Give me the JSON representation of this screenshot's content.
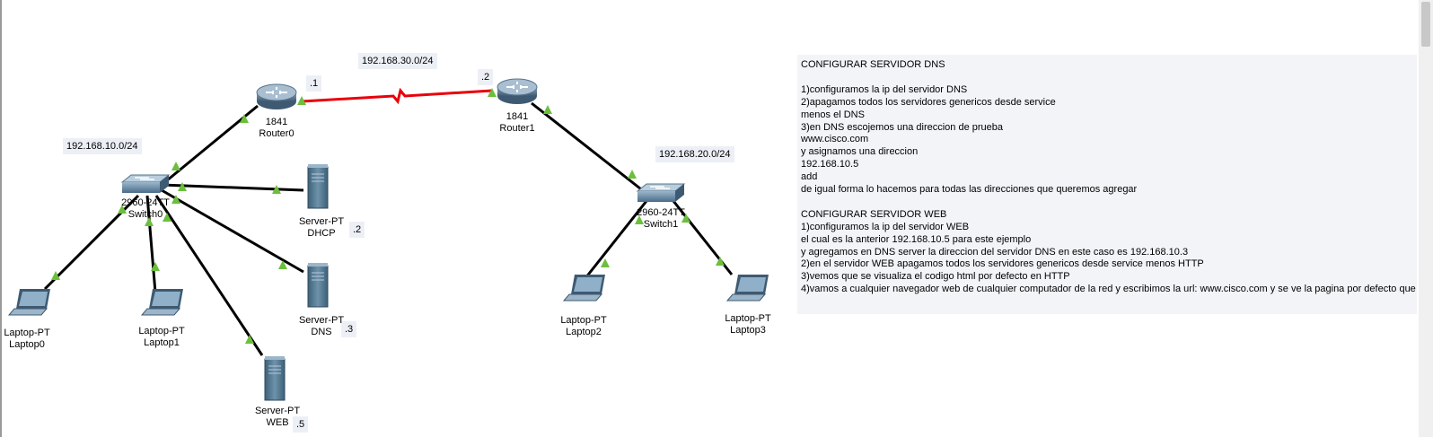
{
  "networks": {
    "wan": "192.168.30.0/24",
    "lan_left": "192.168.10.0/24",
    "lan_right": "192.168.20.0/24"
  },
  "routers": {
    "router0": {
      "model": "1841",
      "name": "Router0",
      "ip_suffix": ".1"
    },
    "router1": {
      "model": "1841",
      "name": "Router1",
      "ip_suffix": ".2"
    }
  },
  "switches": {
    "switch0": {
      "model": "2960-24TT",
      "name": "Switch0"
    },
    "switch1": {
      "model": "2960-24TT",
      "name": "Switch1"
    }
  },
  "servers": {
    "dhcp": {
      "model": "Server-PT",
      "name": "DHCP",
      "ip_suffix": ".2"
    },
    "dns": {
      "model": "Server-PT",
      "name": "DNS",
      "ip_suffix": ".3"
    },
    "web": {
      "model": "Server-PT",
      "name": "WEB",
      "ip_suffix": ".5"
    }
  },
  "laptops": {
    "laptop0": {
      "model": "Laptop-PT",
      "name": "Laptop0"
    },
    "laptop1": {
      "model": "Laptop-PT",
      "name": "Laptop1"
    },
    "laptop2": {
      "model": "Laptop-PT",
      "name": "Laptop2"
    },
    "laptop3": {
      "model": "Laptop-PT",
      "name": "Laptop3"
    }
  },
  "colors": {
    "serial_link": "#e8000b",
    "ethernet_link": "#000000",
    "link_up_indicator": "#6cbf3c",
    "label_background": "#ecf0f6",
    "notes_background": "#f2f4f8"
  },
  "icons": {
    "router": "router-icon",
    "switch": "switch-icon",
    "server": "server-icon",
    "laptop": "laptop-icon"
  },
  "notes": {
    "lines": [
      "CONFIGURAR SERVIDOR DNS",
      "",
      "1)configuramos la ip del servidor DNS",
      "2)apagamos todos los servidores genericos desde service",
      "menos el DNS",
      "3)en DNS escojemos una direccion de prueba",
      "www.cisco.com",
      "y asignamos una direccion",
      "192.168.10.5",
      "add",
      "de igual forma lo hacemos para todas las direcciones que queremos agregar",
      "",
      "CONFIGURAR SERVIDOR WEB",
      "1)configuramos la ip del servidor WEB",
      "el cual es la anterior 192.168.10.5 para este ejemplo",
      "y agregamos en DNS server la direccion del servidor DNS en este caso es 192.168.10.3",
      "2)en el servidor WEB apagamos todos los servidores genericos desde service menos HTTP",
      "3)vemos que se visualiza el codigo html por defecto en HTTP",
      "4)vamos a cualquier navegador web de cualquier computador de la red y escribimos la url: www.cisco.com y se ve la pagina por defecto que"
    ]
  }
}
